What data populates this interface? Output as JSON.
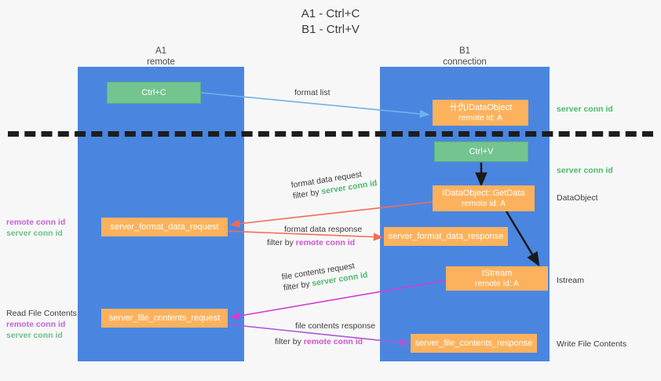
{
  "title": {
    "line1": "A1 - Ctrl+C",
    "line2": "B1 - Ctrl+V"
  },
  "lanes": [
    {
      "id": "A1",
      "name": "A1",
      "role": "remote"
    },
    {
      "id": "B1",
      "name": "B1",
      "role": "connection"
    }
  ],
  "nodes": {
    "ctrl_c": {
      "label": "Ctrl+C"
    },
    "idataobject": {
      "line1": "卄仇IDataObject",
      "line2": "remote id: A"
    },
    "ctrl_v": {
      "label": "Ctrl+V"
    },
    "getdata": {
      "line1": "IDataObject::GetData",
      "line2": "remote id: A"
    },
    "format_data_request": {
      "label": "server_format_data_request"
    },
    "format_data_response": {
      "label": "server_format_data_response"
    },
    "istream": {
      "line1": "IStream",
      "line2": "remote id: A"
    },
    "file_contents_request": {
      "label": "server_file_contents_request"
    },
    "file_contents_response": {
      "label": "server_file_contents_response"
    }
  },
  "edges": {
    "format_list": {
      "label": "format list"
    },
    "format_data_request": {
      "line1": "format data request",
      "filter_prefix": "filter by ",
      "filter_value": "server conn id"
    },
    "format_data_response": {
      "line1": "format data response",
      "filter_prefix": "filter by ",
      "filter_value": "remote conn id"
    },
    "file_contents_request": {
      "line1": "file contents request",
      "filter_prefix": "filter by ",
      "filter_value": "server conn id"
    },
    "file_contents_response": {
      "line1": "file contents response",
      "filter_prefix": "filter by ",
      "filter_value": "remote conn id"
    }
  },
  "side_notes": {
    "format_ids": {
      "remote": "remote conn id",
      "server": "server conn id"
    },
    "read_file": {
      "title": "Read File Contents",
      "remote": "remote conn id",
      "server": "server conn id"
    }
  },
  "right_notes": {
    "server_conn_id_top": "server conn id",
    "server_conn_id_mid": "server conn id",
    "dataobject": "DataObject",
    "istream": "Istream",
    "write_file_contents": "Write File Contents"
  },
  "colors": {
    "lane": "#4a86e0",
    "green_node": "#74c490",
    "orange_node": "#fcb25c",
    "blue_arrow": "#6fb2e8",
    "red_arrow": "#f26c5a",
    "magenta_arrow": "#d13fd1",
    "purple_arrow": "#a95ad6",
    "dark_arrow": "#1a1a1a",
    "green_text": "#4cb96b",
    "purple_text": "#c463d8"
  }
}
